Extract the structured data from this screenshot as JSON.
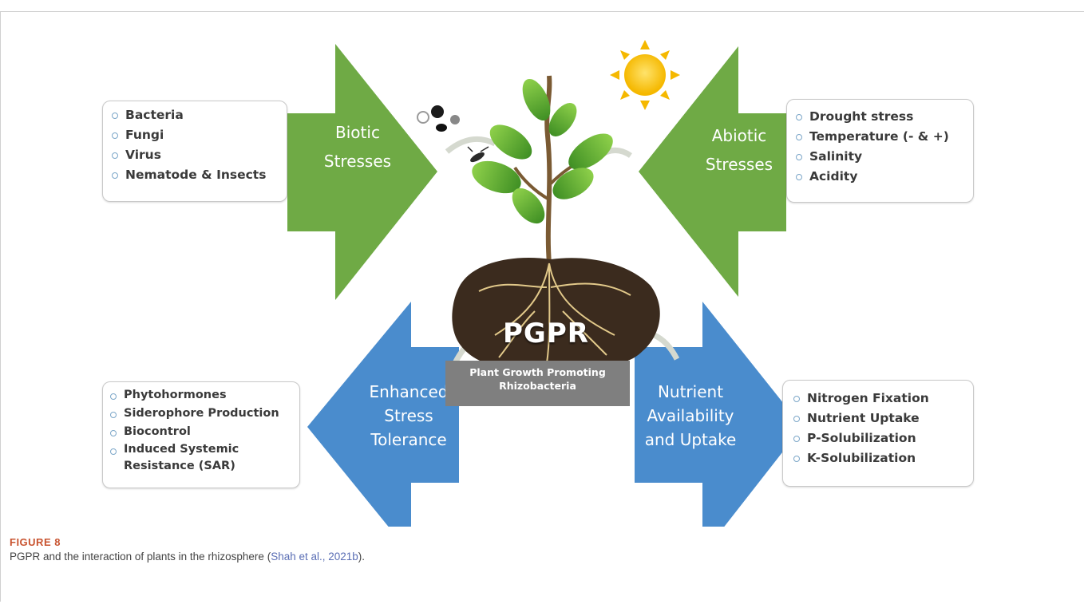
{
  "diagram": {
    "biotic": {
      "arrow_label": "Biotic\nStresses",
      "items": [
        "Bacteria",
        "Fungi",
        "Virus",
        "Nematode & Insects"
      ]
    },
    "abiotic": {
      "arrow_label": "Abiotic\nStresses",
      "items": [
        "Drought stress",
        "Temperature (- & +)",
        "Salinity",
        "Acidity"
      ]
    },
    "stress_tolerance": {
      "arrow_label": "Enhanced\nStress\nTolerance",
      "items": [
        "Phytohormones",
        "Siderophore Production",
        "Biocontrol",
        "Induced Systemic\nResistance (SAR)"
      ]
    },
    "nutrient": {
      "arrow_label": "Nutrient\nAvailability\nand Uptake",
      "items": [
        "Nitrogen Fixation",
        "Nutrient Uptake",
        "P-Solubilization",
        "K-Solubilization"
      ]
    },
    "center": {
      "pgpr": "PGPR",
      "full_name": "Plant Growth Promoting\nRhizobacteria"
    },
    "colors": {
      "green_arrow": "#6faa45",
      "blue_arrow": "#4a8ccd",
      "soil": "#3b2b1e",
      "caption_box": "#7f7f7f",
      "sun": "#f7c400"
    }
  },
  "figure": {
    "label": "FIGURE 8",
    "caption_pre": "PGPR and the interaction of plants in the rhizosphere (",
    "caption_cite": "Shah et al., 2021b",
    "caption_post": ")."
  }
}
